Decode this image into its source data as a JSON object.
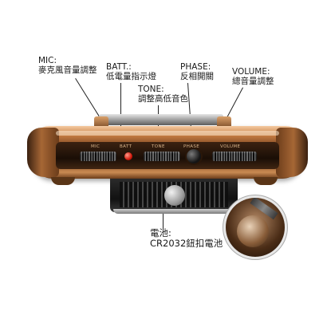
{
  "labels": {
    "mic": {
      "en": "MIC:",
      "zh": "麥克風音量調整"
    },
    "batt": {
      "en": "BATT.:",
      "zh": "低電量指示燈"
    },
    "tone": {
      "en": "TONE:",
      "zh": "調整高低音色"
    },
    "phase": {
      "en": "PHASE:",
      "zh": "反相開關"
    },
    "volume": {
      "en": "VOLUME:",
      "zh": "總音量調整"
    },
    "battery": {
      "en": "電池:",
      "zh": "CR2032鈕扣電池"
    }
  },
  "panel_text": {
    "mic": "MIC",
    "batt": "BATT",
    "tone": "TONE",
    "phase": "PHASE",
    "volume": "VOLUME"
  },
  "colors": {
    "body": "#7a4520",
    "led": "#d11a0c"
  }
}
